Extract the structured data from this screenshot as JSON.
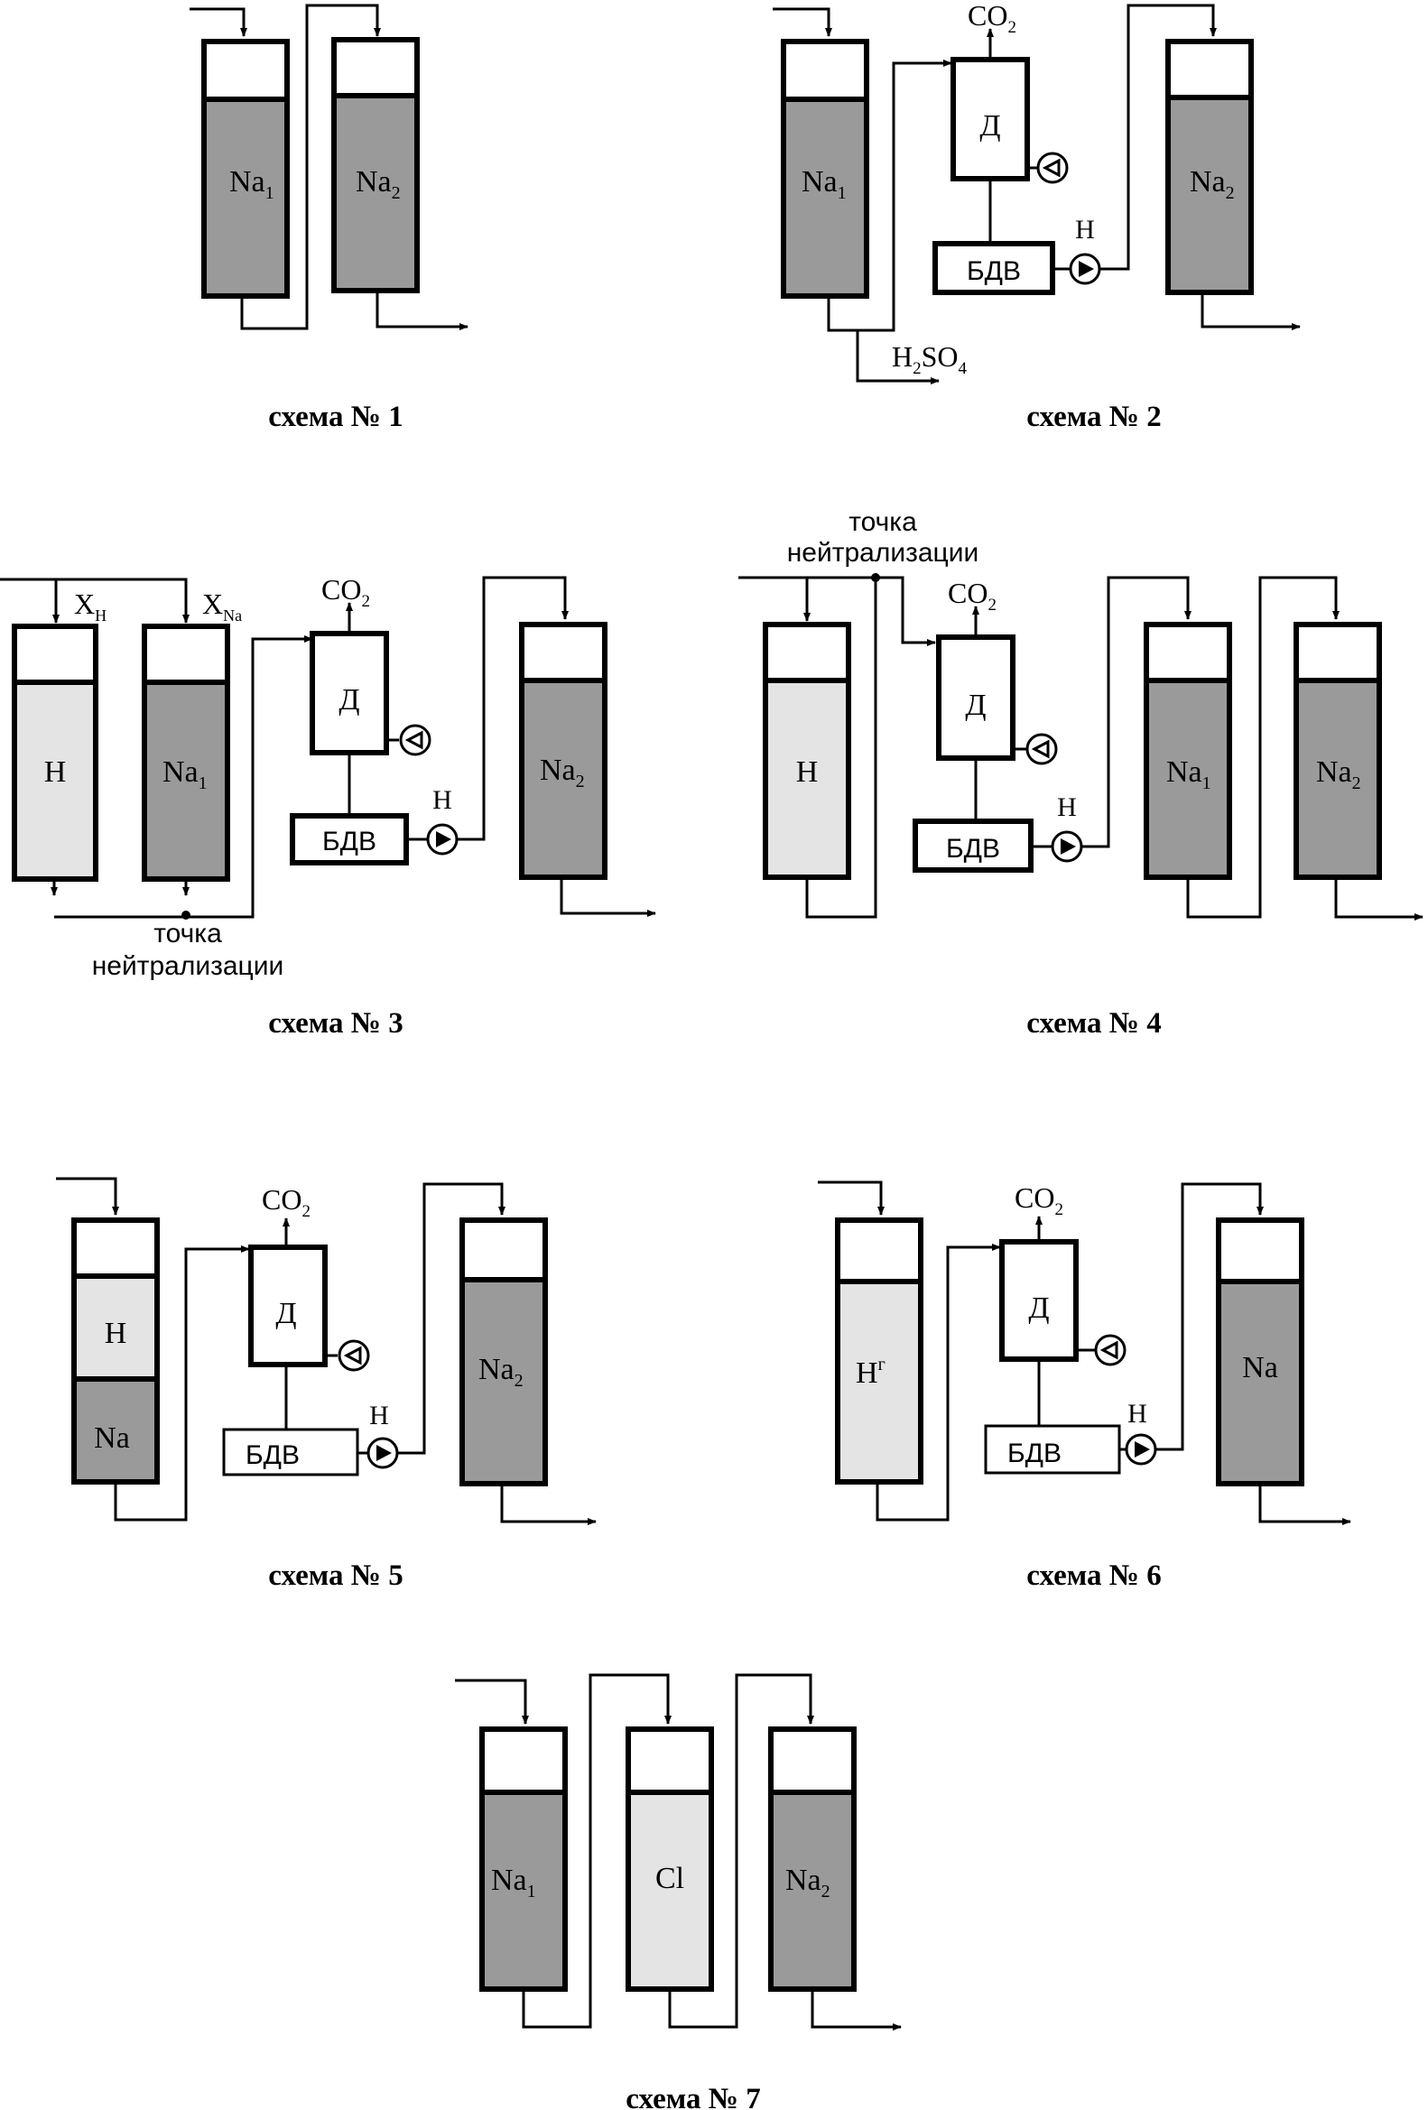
{
  "colors": {
    "na_fill": "#9a9a9a",
    "h_fill": "#e4e4e4",
    "line": "#000000",
    "bg": "#ffffff"
  },
  "icons": {
    "arrowhead": "arrow-icon",
    "pump": "pump-icon",
    "fan": "fan-icon"
  },
  "labels": {
    "na": "Na",
    "na1_sub": "1",
    "na2_sub": "2",
    "h": "H",
    "hg_sup": "г",
    "cl": "Cl",
    "d": "Д",
    "bdv": "БДВ",
    "co": "CO",
    "two": "2",
    "h2so4_h": "H",
    "h2so4_2": "2",
    "h2so4_so": "SO",
    "h2so4_4": "4",
    "x": "X",
    "x_h_sub": "H",
    "x_na_sub": "Na",
    "neutralization_1": "точка",
    "neutralization_2": "нейтрализации"
  },
  "schemes": [
    {
      "caption": "схема № 1"
    },
    {
      "caption": "схема № 2"
    },
    {
      "caption": "схема № 3"
    },
    {
      "caption": "схема № 4"
    },
    {
      "caption": "схема № 5"
    },
    {
      "caption": "схема № 6"
    },
    {
      "caption": "схема № 7"
    }
  ]
}
